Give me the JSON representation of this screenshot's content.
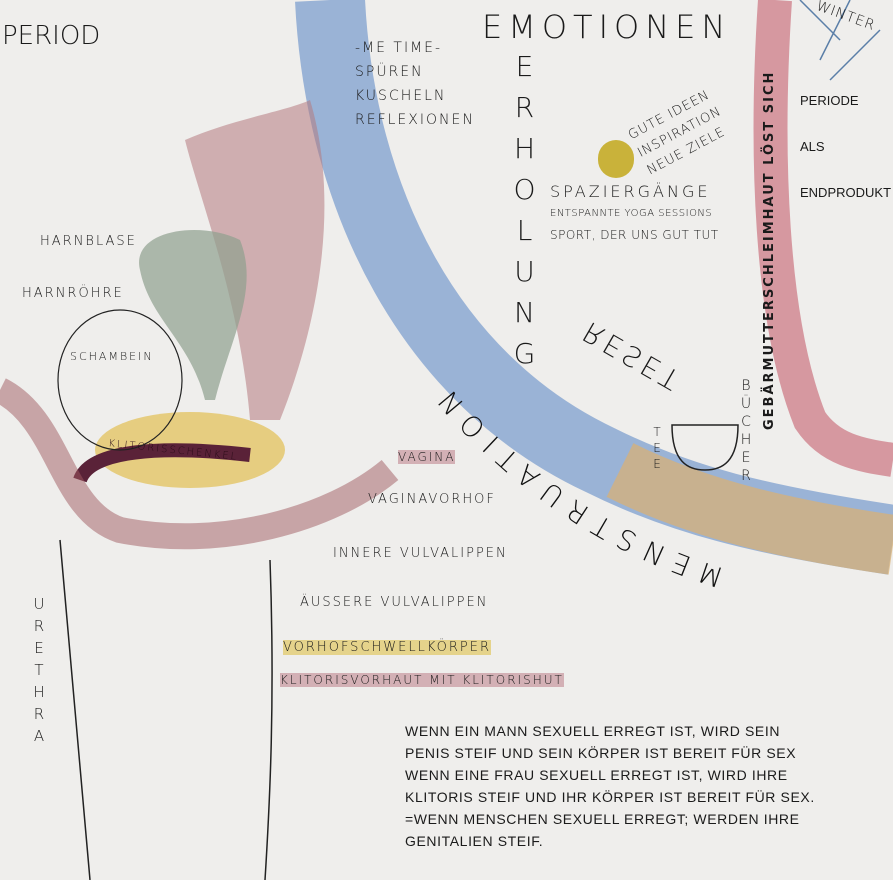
{
  "title_vertical": "PERIOD",
  "urethra": "URETHRA",
  "anatomy": {
    "harnblase": "HARNBLASE",
    "harnroehre": "HARNRÖHRE",
    "schambein": "SCHAMBEIN",
    "klitorisschenkel": "KLITORISSCHENKEL",
    "vagina": "VAGINA",
    "vaginavorhof": "VAGINAVORHOF",
    "innere": "INNERE VULVALIPPEN",
    "aeussere": "ÄUßERE VULVALIPPEN",
    "vorhof": "VORHOFSCHWELLKÖRPER",
    "vorhaut": "KLITORISVORHAUT MIT KLITORISHUT"
  },
  "cycle": {
    "emotionen": "EMOTIONEN",
    "erholung": "ERHOLUNG",
    "me_time": [
      "-ME TIME-",
      "SPÜREN",
      "KUSCHELN",
      "REFLEXIONEN"
    ],
    "ideas": [
      "GUTE IDEEN",
      "INSPIRATION",
      "NEUE ZIELE"
    ],
    "spaziergaenge": "SPAZIERGÄNGE",
    "yoga": "ENTSPANNTE YOGA SESSIONS",
    "sport": "SPORT, DER UNS GUT TUT",
    "menstruation": "MENSTRUATION",
    "reset": "RESET",
    "tee": "TEE",
    "buecher": "BÜCHER",
    "schleimhaut": "GEBÄRMUTTERSCHLEIMHAUT LÖST SICH",
    "winter": "WINTER",
    "periode": [
      "PERIODE",
      "ALS",
      "ENDPRODUKT"
    ]
  },
  "paragraph": [
    "WENN EIN MANN SEXUELL ERREGT IST, WIRD SEIN",
    "PENIS STEIF UND SEIN KÖRPER IST BEREIT FÜR SEX",
    "WENN EINE FRAU SEXUELL ERREGT IST, WIRD IHRE",
    "KLITORIS STEIF UND IHR KÖRPER IST BEREIT FÜR SEX.",
    "=WENN MENSCHEN SEXUELL ERREGT; WERDEN IHRE",
    "GENITALIEN STEIF."
  ]
}
